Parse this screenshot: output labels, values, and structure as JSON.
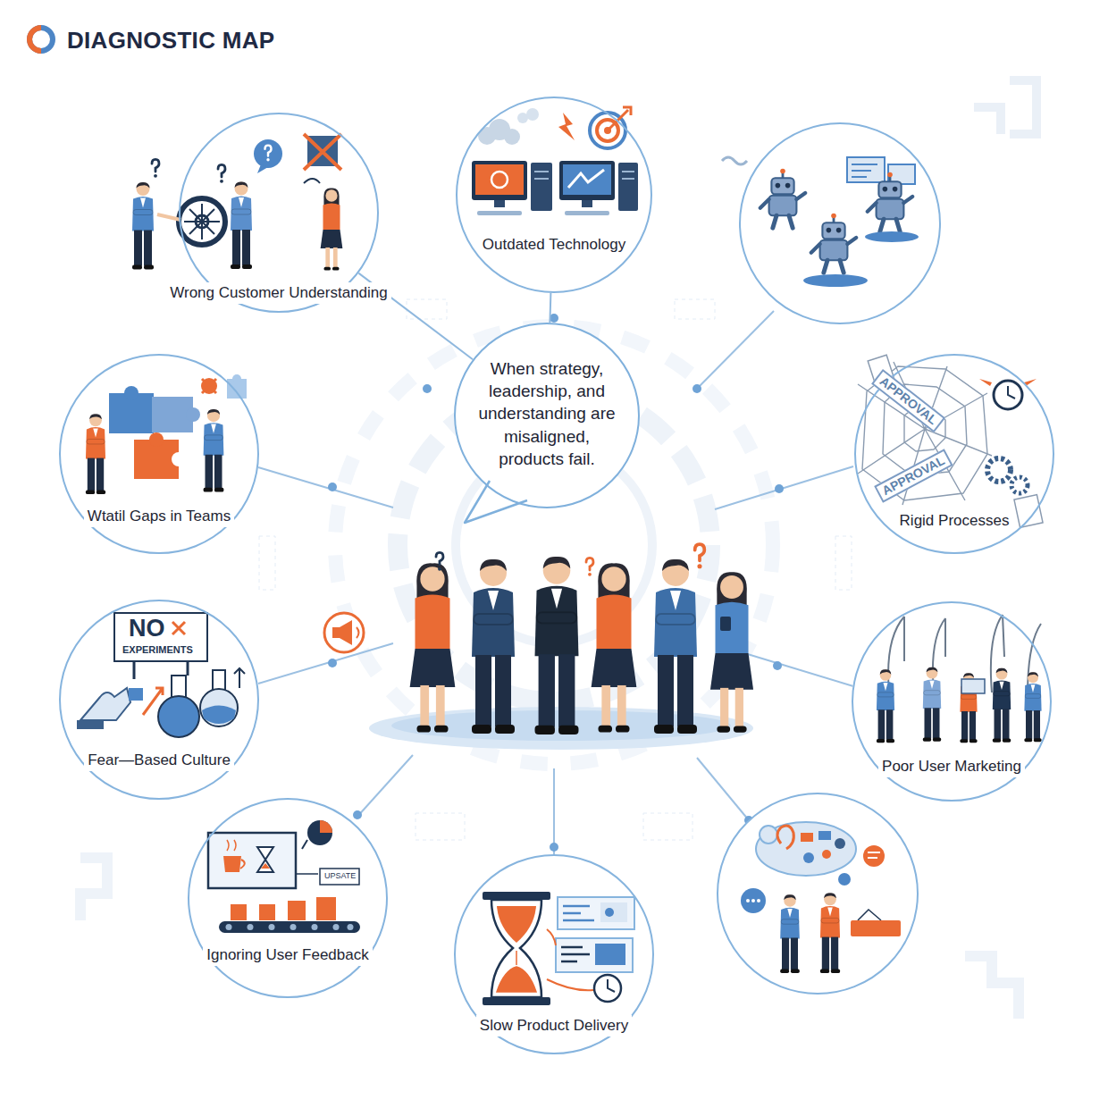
{
  "diagram": {
    "title": "DIAGNOSTIC MAP",
    "nodes": [
      {
        "text": [
          "Wrong Customer Understanding"
        ]
      },
      {
        "text": [
          "Outdated Technology"
        ]
      },
      {
        "text": [
          "Wtatil Gaps in Teams"
        ]
      },
      {
        "text": [
          "When strategy, leadership, and understanding are misaligned, products fail."
        ]
      },
      {
        "text": [
          "Rigid Processes"
        ]
      },
      {
        "text": [
          "Fear—Based Culture"
        ]
      },
      {
        "text": [
          "Poor User Marketing"
        ]
      },
      {
        "text": [
          "Ignoring User Feedback"
        ]
      },
      {
        "text": [
          "Slow Product Delivery"
        ]
      }
    ],
    "edges": [
      {
        "from": 0,
        "to": 3,
        "arrow": "none"
      },
      {
        "from": 1,
        "to": 3,
        "arrow": "none"
      }
    ],
    "labels": [
      "NO",
      "EXPERIMENTS",
      "APPROVAL",
      "APPROVAL",
      "UPSATE"
    ]
  }
}
